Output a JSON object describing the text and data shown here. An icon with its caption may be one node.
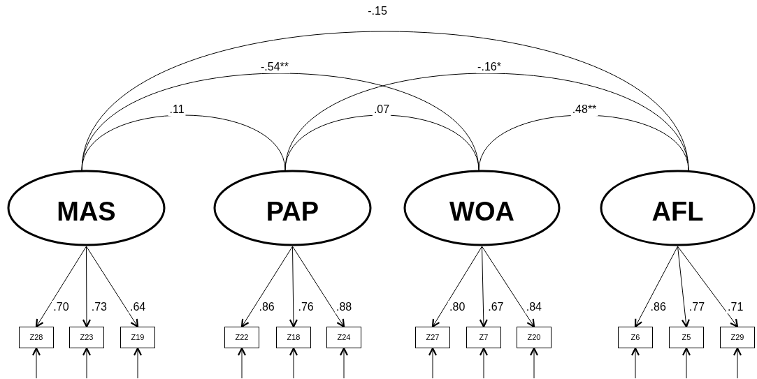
{
  "diagram": {
    "nodes": [
      {
        "text": [
          "MAS"
        ]
      },
      {
        "text": [
          "PAP"
        ]
      },
      {
        "text": [
          "WOA"
        ]
      },
      {
        "text": [
          "AFL"
        ]
      },
      {
        "text": [
          "Z28"
        ]
      },
      {
        "text": [
          "Z23"
        ]
      },
      {
        "text": [
          "Z19"
        ]
      },
      {
        "text": [
          "Z22"
        ]
      },
      {
        "text": [
          "Z18"
        ]
      },
      {
        "text": [
          "Z24"
        ]
      },
      {
        "text": [
          "Z27"
        ]
      },
      {
        "text": [
          "Z7"
        ]
      },
      {
        "text": [
          "Z20"
        ]
      },
      {
        "text": [
          "Z6"
        ]
      },
      {
        "text": [
          "Z5"
        ]
      },
      {
        "text": [
          "Z29"
        ]
      }
    ],
    "edges": [
      {
        "from": 0,
        "to": 3,
        "arrow": "none",
        "label": "-.15"
      },
      {
        "from": 0,
        "to": 2,
        "arrow": "none",
        "label": "-.54**"
      },
      {
        "from": 1,
        "to": 3,
        "arrow": "none",
        "label": "-.16*"
      },
      {
        "from": 0,
        "to": 1,
        "arrow": "none",
        "label": ".11"
      },
      {
        "from": 1,
        "to": 2,
        "arrow": "none",
        "label": ".07"
      },
      {
        "from": 2,
        "to": 3,
        "arrow": "none",
        "label": ".48**"
      },
      {
        "from": 0,
        "to": 4,
        "arrow": "to",
        "label": ".70"
      },
      {
        "from": 0,
        "to": 5,
        "arrow": "to",
        "label": ".73"
      },
      {
        "from": 0,
        "to": 6,
        "arrow": "to",
        "label": ".64"
      },
      {
        "from": 1,
        "to": 7,
        "arrow": "to",
        "label": ".86"
      },
      {
        "from": 1,
        "to": 8,
        "arrow": "to",
        "label": ".76"
      },
      {
        "from": 1,
        "to": 9,
        "arrow": "to",
        "label": ".88"
      },
      {
        "from": 2,
        "to": 10,
        "arrow": "to",
        "label": ".80"
      },
      {
        "from": 2,
        "to": 11,
        "arrow": "to",
        "label": ".67"
      },
      {
        "from": 2,
        "to": 12,
        "arrow": "to",
        "label": ".84"
      },
      {
        "from": 3,
        "to": 13,
        "arrow": "to",
        "label": ".86"
      },
      {
        "from": 3,
        "to": 14,
        "arrow": "to",
        "label": ".77"
      },
      {
        "from": 3,
        "to": 15,
        "arrow": "to",
        "label": ".71"
      },
      {
        "from": null,
        "to": 4,
        "arrow": "to"
      },
      {
        "from": null,
        "to": 5,
        "arrow": "to"
      },
      {
        "from": null,
        "to": 6,
        "arrow": "to"
      },
      {
        "from": null,
        "to": 7,
        "arrow": "to"
      },
      {
        "from": null,
        "to": 8,
        "arrow": "to"
      },
      {
        "from": null,
        "to": 9,
        "arrow": "to"
      },
      {
        "from": null,
        "to": 10,
        "arrow": "to"
      },
      {
        "from": null,
        "to": 11,
        "arrow": "to"
      },
      {
        "from": null,
        "to": 12,
        "arrow": "to"
      },
      {
        "from": null,
        "to": 13,
        "arrow": "to"
      },
      {
        "from": null,
        "to": 14,
        "arrow": "to"
      },
      {
        "from": null,
        "to": 15,
        "arrow": "to"
      }
    ]
  }
}
